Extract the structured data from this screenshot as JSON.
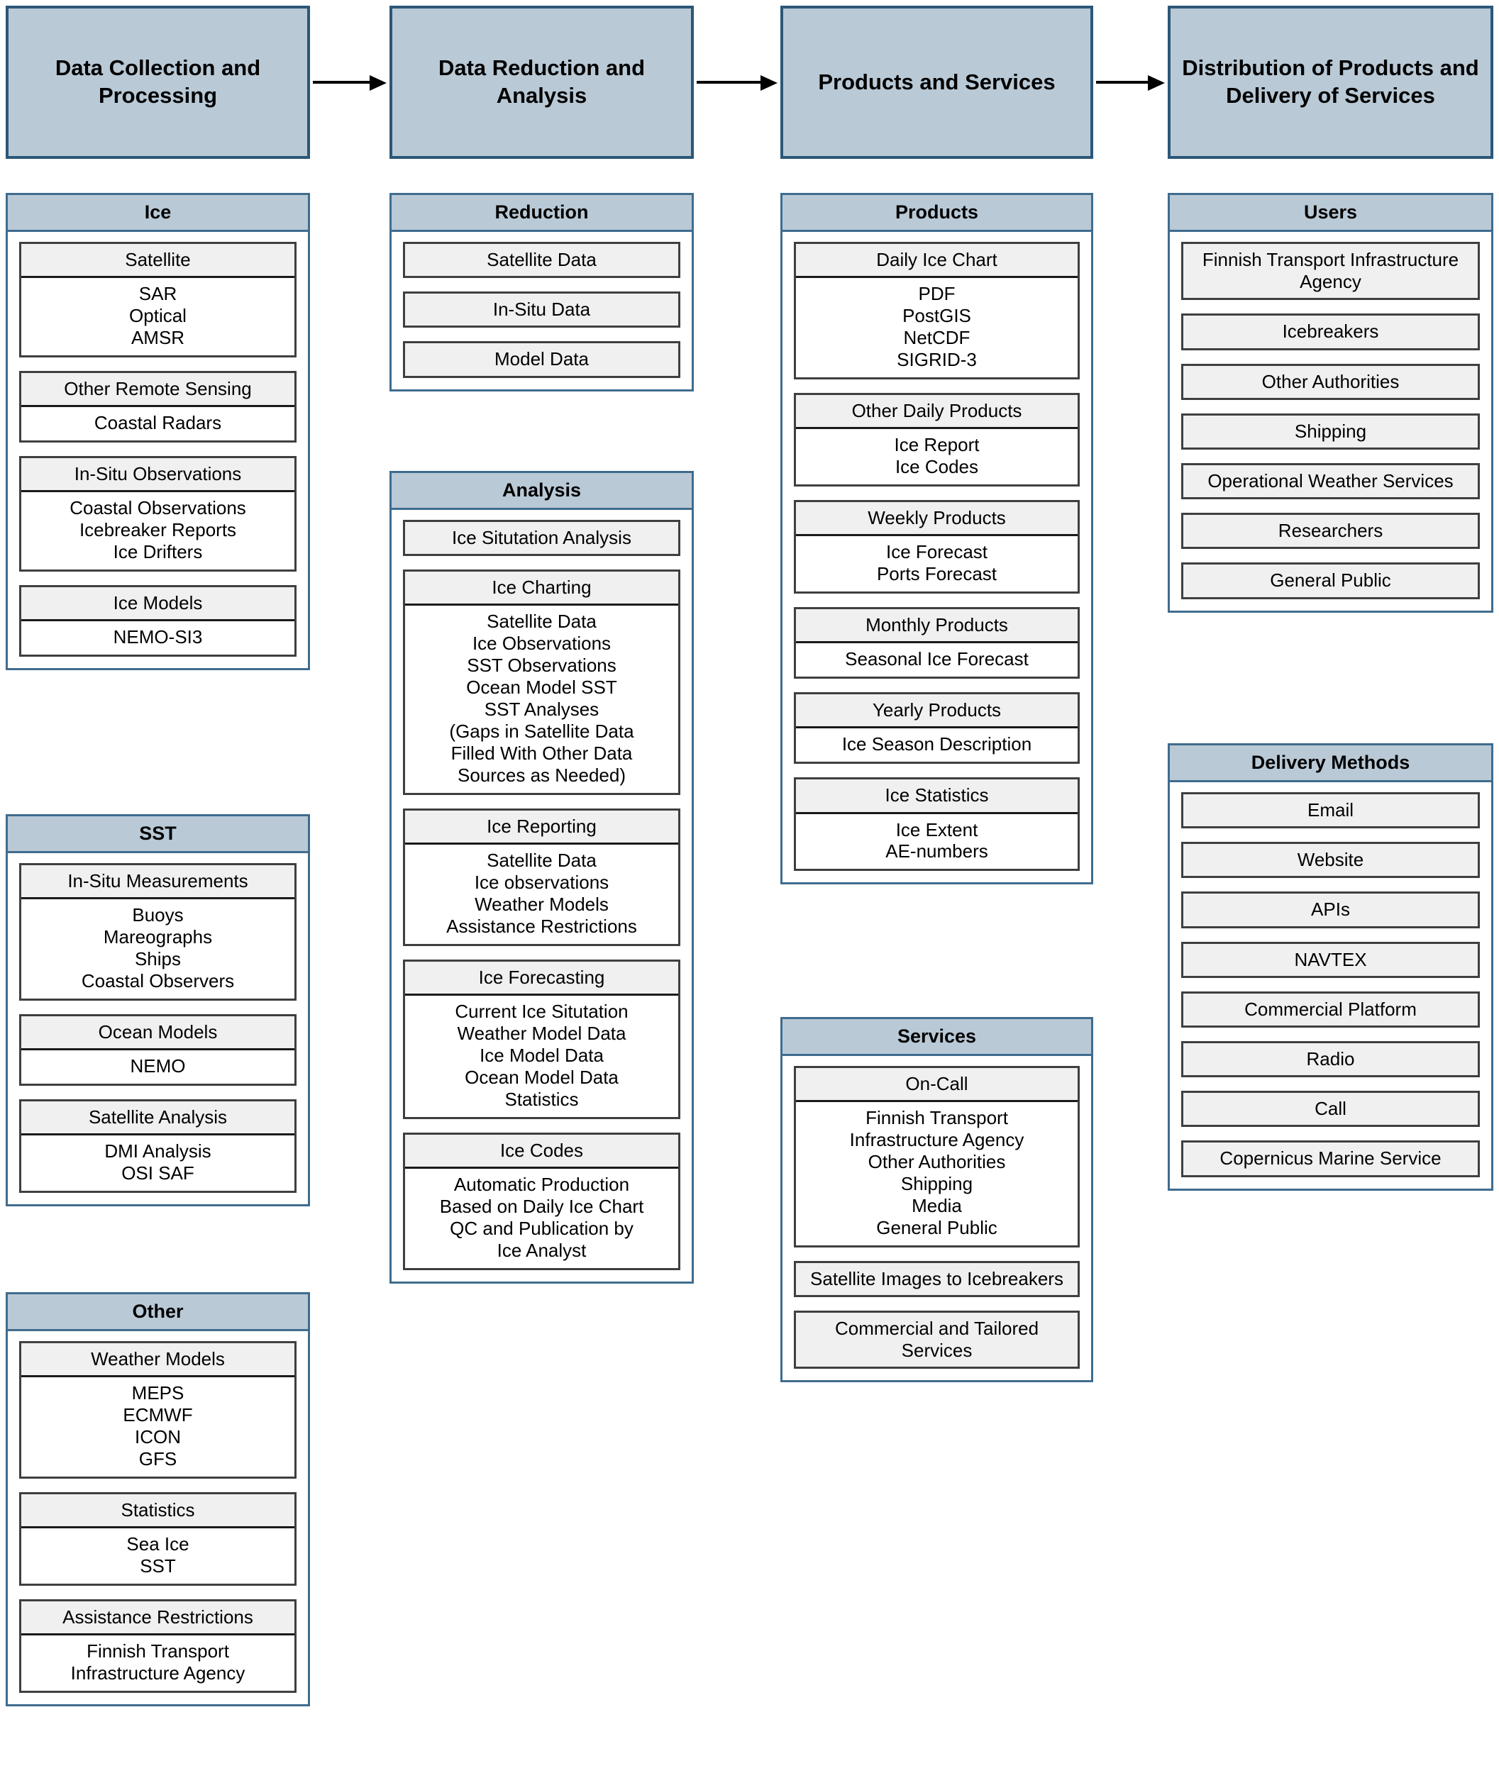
{
  "stages": [
    {
      "label": "Data Collection and Processing"
    },
    {
      "label": "Data Reduction and Analysis"
    },
    {
      "label": "Products and Services"
    },
    {
      "label": "Distribution of Products and Delivery of Services"
    }
  ],
  "colors": {
    "header_fill": "#b9c9d6",
    "header_border": "#2c5777",
    "group_border": "#3f6c8e",
    "sub_header_fill": "#f0f0f0",
    "sub_border": "#3f3f3f",
    "arrow": "#000000",
    "background": "#ffffff"
  },
  "groups": [
    {
      "id": "ice",
      "title": "Ice",
      "column": 1,
      "blocks": [
        {
          "header": "Satellite",
          "items": [
            "SAR",
            "Optical",
            "AMSR"
          ]
        },
        {
          "header": "Other Remote Sensing",
          "items": [
            "Coastal Radars"
          ]
        },
        {
          "header": "In-Situ Observations",
          "items": [
            "Coastal Observations",
            "Icebreaker Reports",
            "Ice Drifters"
          ]
        },
        {
          "header": "Ice Models",
          "items": [
            "NEMO-SI3"
          ]
        }
      ]
    },
    {
      "id": "sst",
      "title": "SST",
      "column": 1,
      "blocks": [
        {
          "header": "In-Situ Measurements",
          "items": [
            "Buoys",
            "Mareographs",
            "Ships",
            "Coastal Observers"
          ]
        },
        {
          "header": "Ocean Models",
          "items": [
            "NEMO"
          ]
        },
        {
          "header": "Satellite Analysis",
          "items": [
            "DMI Analysis",
            "OSI SAF"
          ]
        }
      ]
    },
    {
      "id": "other",
      "title": "Other",
      "column": 1,
      "blocks": [
        {
          "header": "Weather Models",
          "items": [
            "MEPS",
            "ECMWF",
            "ICON",
            "GFS"
          ]
        },
        {
          "header": "Statistics",
          "items": [
            "Sea Ice",
            "SST"
          ]
        },
        {
          "header": "Assistance Restrictions",
          "items": [
            "Finnish Transport",
            "Infrastructure Agency"
          ]
        }
      ]
    },
    {
      "id": "reduction",
      "title": "Reduction",
      "column": 2,
      "blocks": [
        {
          "header": "Satellite Data",
          "items": []
        },
        {
          "header": "In-Situ Data",
          "items": []
        },
        {
          "header": "Model Data",
          "items": []
        }
      ]
    },
    {
      "id": "analysis",
      "title": "Analysis",
      "column": 2,
      "blocks": [
        {
          "header": "Ice Situtation Analysis",
          "items": []
        },
        {
          "header": "Ice Charting",
          "items": [
            "Satellite Data",
            "Ice Observations",
            "SST Observations",
            "Ocean Model SST",
            "SST Analyses",
            "(Gaps in Satellite Data",
            "Filled With Other Data",
            "Sources as Needed)"
          ]
        },
        {
          "header": "Ice Reporting",
          "items": [
            "Satellite Data",
            "Ice observations",
            "Weather Models",
            "Assistance Restrictions"
          ]
        },
        {
          "header": "Ice Forecasting",
          "items": [
            "Current Ice Situtation",
            "Weather Model Data",
            "Ice Model Data",
            "Ocean Model Data",
            "Statistics"
          ]
        },
        {
          "header": "Ice Codes",
          "items": [
            "Automatic Production",
            "Based on Daily Ice Chart",
            "QC and Publication by",
            "Ice Analyst"
          ]
        }
      ]
    },
    {
      "id": "products",
      "title": "Products",
      "column": 3,
      "blocks": [
        {
          "header": "Daily Ice Chart",
          "items": [
            "PDF",
            "PostGIS",
            "NetCDF",
            "SIGRID-3"
          ]
        },
        {
          "header": "Other Daily Products",
          "items": [
            "Ice Report",
            "Ice Codes"
          ]
        },
        {
          "header": "Weekly Products",
          "items": [
            "Ice Forecast",
            "Ports Forecast"
          ]
        },
        {
          "header": "Monthly Products",
          "items": [
            "Seasonal Ice Forecast"
          ]
        },
        {
          "header": "Yearly Products",
          "items": [
            "Ice Season Description"
          ]
        },
        {
          "header": "Ice Statistics",
          "items": [
            "Ice Extent",
            "AE-numbers"
          ]
        }
      ]
    },
    {
      "id": "services",
      "title": "Services",
      "column": 3,
      "blocks": [
        {
          "header": "On-Call",
          "items": [
            "Finnish Transport",
            "Infrastructure Agency",
            "Other Authorities",
            "Shipping",
            "Media",
            "General Public"
          ]
        },
        {
          "header": "Satellite Images to Icebreakers",
          "items": []
        },
        {
          "header": "Commercial and Tailored Services",
          "items": []
        }
      ]
    },
    {
      "id": "users",
      "title": "Users",
      "column": 4,
      "blocks": [
        {
          "header": "Finnish Transport Infrastructure Agency",
          "items": []
        },
        {
          "header": "Icebreakers",
          "items": []
        },
        {
          "header": "Other Authorities",
          "items": []
        },
        {
          "header": "Shipping",
          "items": []
        },
        {
          "header": "Operational Weather Services",
          "items": []
        },
        {
          "header": "Researchers",
          "items": []
        },
        {
          "header": "General Public",
          "items": []
        }
      ]
    },
    {
      "id": "delivery",
      "title": "Delivery Methods",
      "column": 4,
      "blocks": [
        {
          "header": "Email",
          "items": []
        },
        {
          "header": "Website",
          "items": []
        },
        {
          "header": "APIs",
          "items": []
        },
        {
          "header": "NAVTEX",
          "items": []
        },
        {
          "header": "Commercial Platform",
          "items": []
        },
        {
          "header": "Radio",
          "items": []
        },
        {
          "header": "Call",
          "items": []
        },
        {
          "header": "Copernicus Marine Service",
          "items": []
        }
      ]
    }
  ]
}
